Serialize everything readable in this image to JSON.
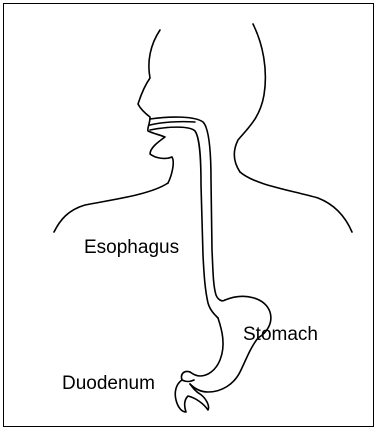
{
  "labels": {
    "esophagus": "Esophagus",
    "stomach": "Stomach",
    "duodenum": "Duodenum"
  },
  "colors": {
    "line": "#000000",
    "background": "#ffffff"
  }
}
